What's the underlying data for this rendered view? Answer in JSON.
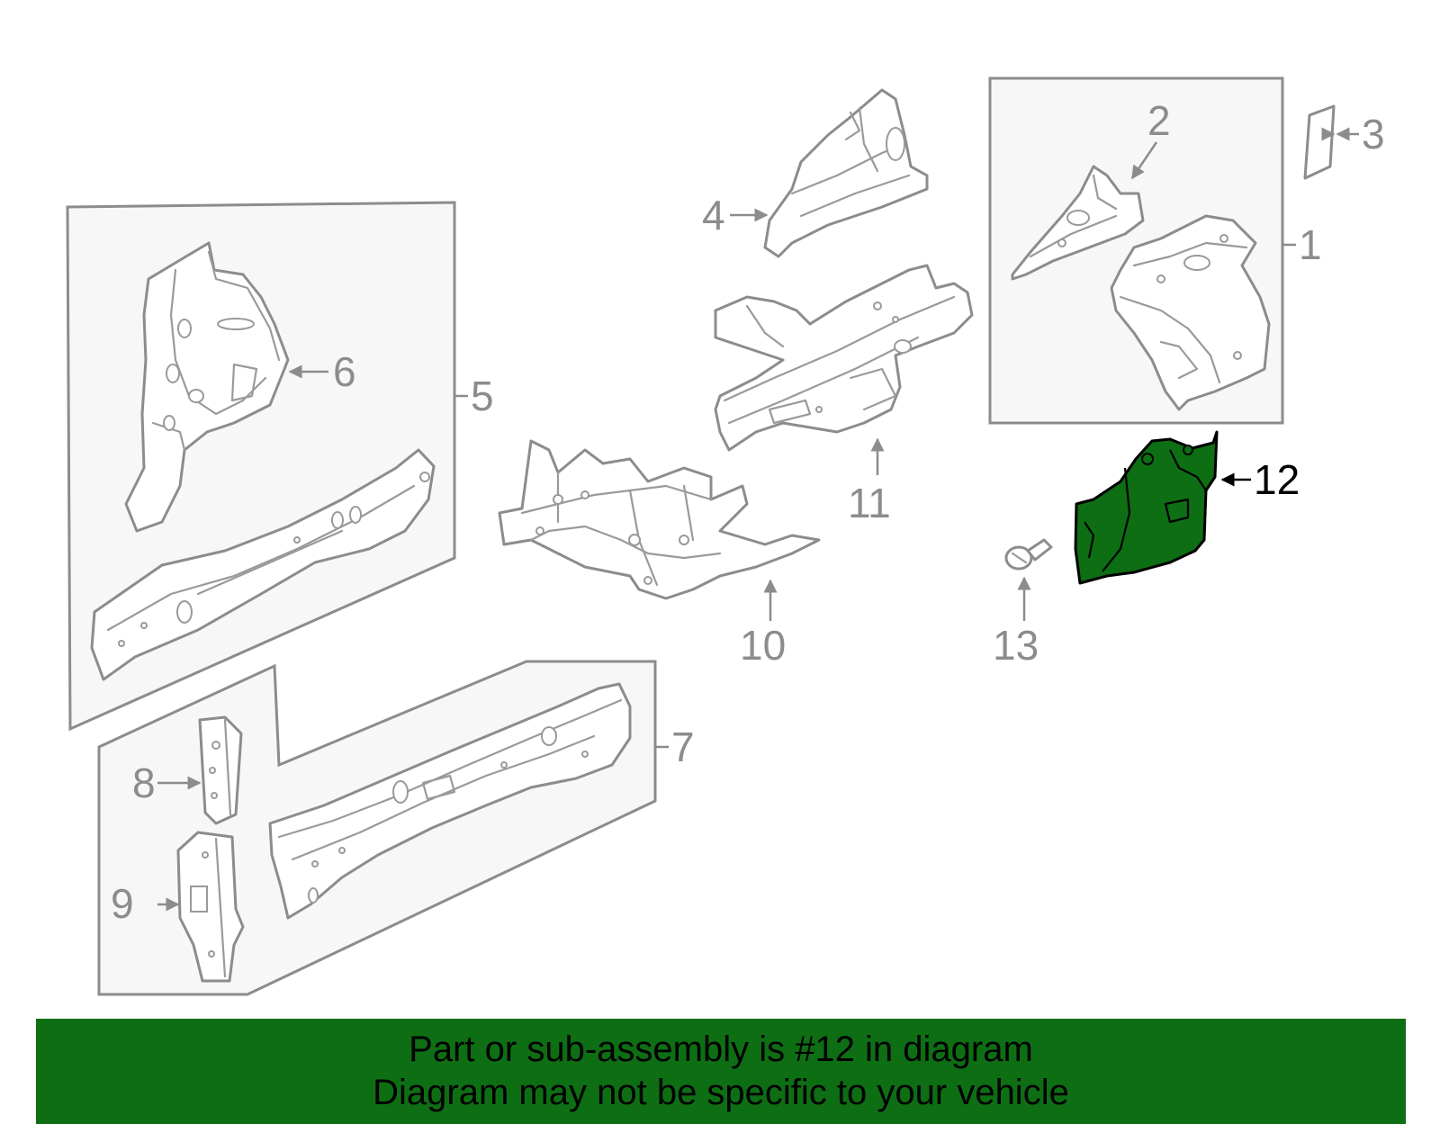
{
  "diagram": {
    "highlight_color": "#0e6e14",
    "callouts": {
      "c1": "1",
      "c2": "2",
      "c3": "3",
      "c4": "4",
      "c5": "5",
      "c6": "6",
      "c7": "7",
      "c8": "8",
      "c9": "9",
      "c10": "10",
      "c11": "11",
      "c12": "12",
      "c13": "13"
    }
  },
  "banner": {
    "background": "#0e6e14",
    "line1": "Part or sub-assembly is #12 in diagram",
    "line2": "Diagram may not be specific to your vehicle"
  }
}
